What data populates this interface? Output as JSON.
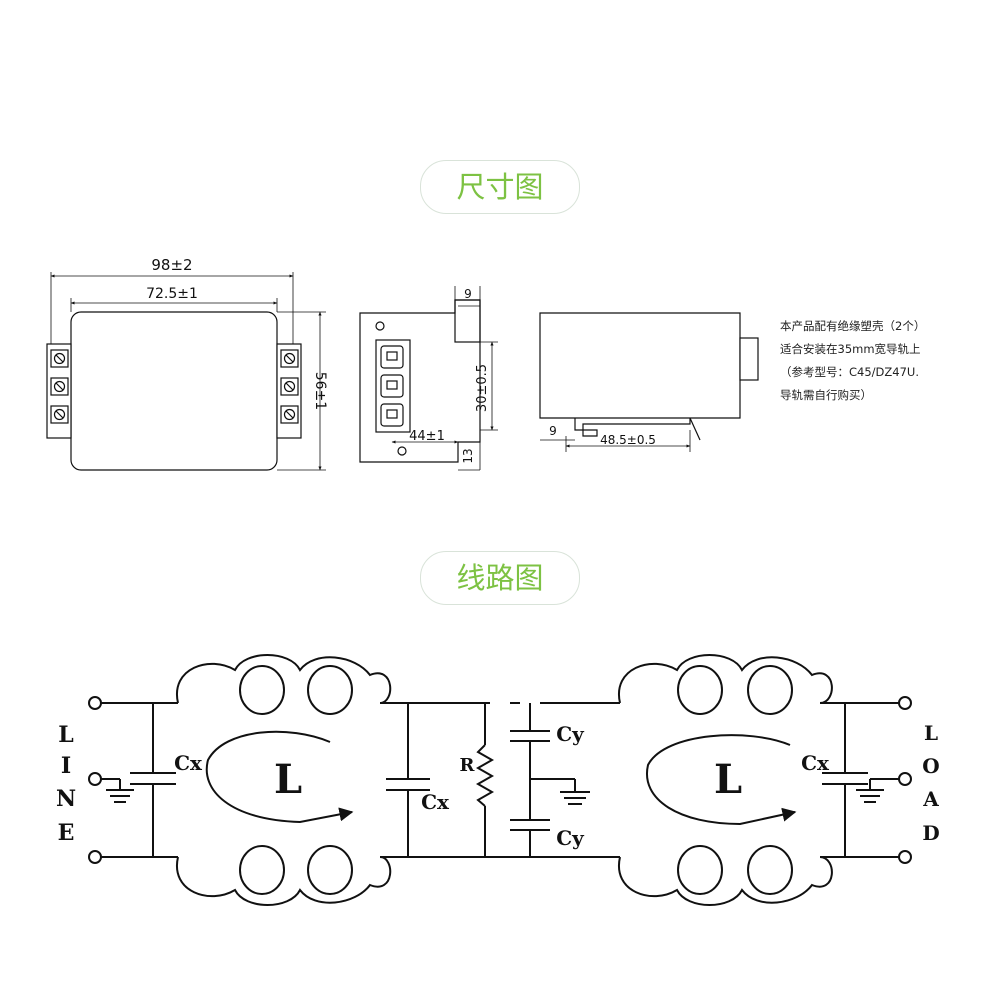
{
  "sections": {
    "dimension_title": "尺寸图",
    "circuit_title": "线路图"
  },
  "dimensions": {
    "overall_width": "98±2",
    "mount_spacing": "72.5±1",
    "height": "56±1",
    "side_top": "9",
    "side_rail_height": "30±0.5",
    "side_depth": "44±1",
    "side_bottom": "13",
    "rail_offset": "9",
    "rail_length": "48.5±0.5"
  },
  "notes": [
    "本产品配有绝缘塑壳（2个）",
    "适合安装在35mm宽导轨上",
    "（参考型号：C45/DZ47U.",
    "导轨需自行购买）"
  ],
  "circuit": {
    "line_label": [
      "L",
      "I",
      "N",
      "E"
    ],
    "load_label": [
      "L",
      "O",
      "A",
      "D"
    ],
    "inductor_label": "L",
    "cx_label": "Cx",
    "cy_label": "Cy",
    "r_label": "R"
  },
  "colors": {
    "accent_green": "#7dc243",
    "line": "#111111",
    "pill_border": "#d9e3d9"
  }
}
